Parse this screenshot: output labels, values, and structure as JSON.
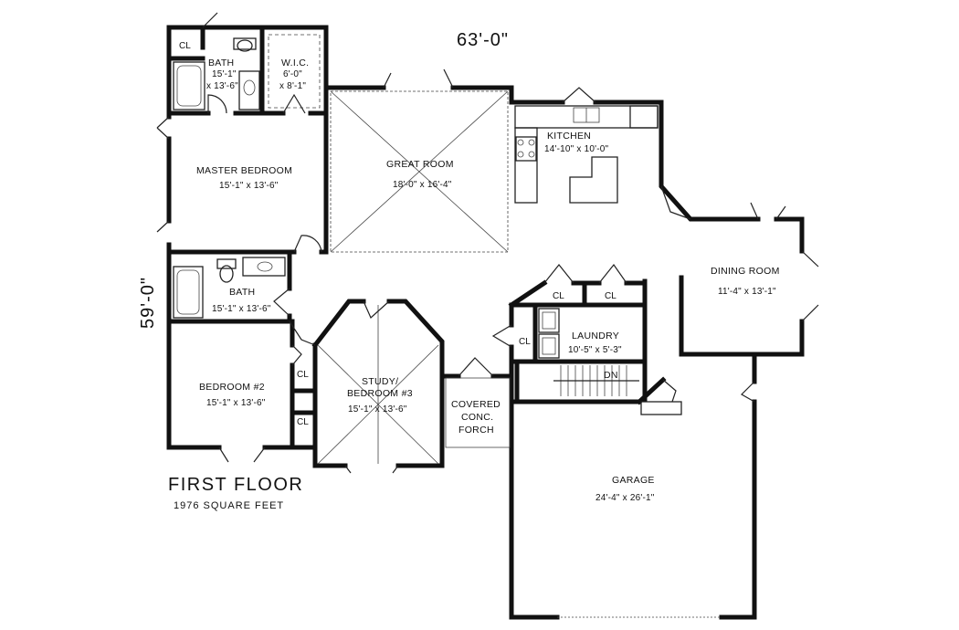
{
  "dimensions": {
    "width_overall": "63'-0\"",
    "depth_overall": "59'-0\""
  },
  "title": {
    "main": "FIRST FLOOR",
    "sub": "1976 SQUARE FEET"
  },
  "rooms": {
    "master_bath": {
      "name": "BATH",
      "dim1": "15'-1\"",
      "dim2": "x 13'-6\""
    },
    "wic": {
      "name": "W.I.C.",
      "dim1": "6'-0\"",
      "dim2": "x 8'-1\""
    },
    "master_cl": {
      "name": "CL"
    },
    "master_bedroom": {
      "name": "MASTER BEDROOM",
      "dim": "15'-1\" x 13'-6\""
    },
    "great_room": {
      "name": "GREAT ROOM",
      "dim": "18'-0\" x 16'-4\""
    },
    "kitchen": {
      "name": "KITCHEN",
      "dim": "14'-10\" x 10'-0\""
    },
    "dining_room": {
      "name": "DINING ROOM",
      "dim": "11'-4\" x 13'-1\""
    },
    "bath2": {
      "name": "BATH",
      "dim": "15'-1\" x 13'-6\""
    },
    "cl_top_left": {
      "name": "CL"
    },
    "cl_top_right": {
      "name": "CL"
    },
    "cl_laundry": {
      "name": "CL"
    },
    "laundry": {
      "name": "LAUNDRY",
      "dim": "10'-5\" x 5'-3\""
    },
    "stairs": {
      "name": "DN"
    },
    "bedroom2": {
      "name": "BEDROOM #2",
      "dim": "15'-1\" x 13'-6\""
    },
    "cl_bed2_top": {
      "name": "CL"
    },
    "cl_bed2_bottom": {
      "name": "CL"
    },
    "study": {
      "name1": "STUDY/",
      "name2": "BEDROOM #3",
      "dim": "15'-1\" x 13'-6\""
    },
    "porch": {
      "line1": "COVERED",
      "line2": "CONC.",
      "line3": "FORCH"
    },
    "garage": {
      "name": "GARAGE",
      "dim": "24'-4\" x 26'-1\""
    }
  }
}
